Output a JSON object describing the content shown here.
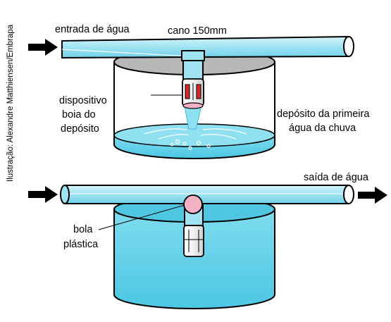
{
  "credit": "Ilustração: Alexandre Matthiensen/Embrapa",
  "labels": {
    "water_inlet": "entrada de água",
    "pipe": "cano 150mm",
    "float_device": [
      "dispositivo",
      "boia do",
      "depósito"
    ],
    "first_rain_tank": [
      "depósito da primeira",
      "água da chuva"
    ],
    "water_outlet": "saída de água",
    "plastic_ball": [
      "bola",
      "plástica"
    ]
  },
  "colors": {
    "water": "#66d4ea",
    "water_light": "#a8e6f4",
    "pipe": "#9fe3f3",
    "tank_lid": "#b7b7b7",
    "ball": "#f4b3c4",
    "float_red": "#d42a2a",
    "arrow": "#000000"
  }
}
